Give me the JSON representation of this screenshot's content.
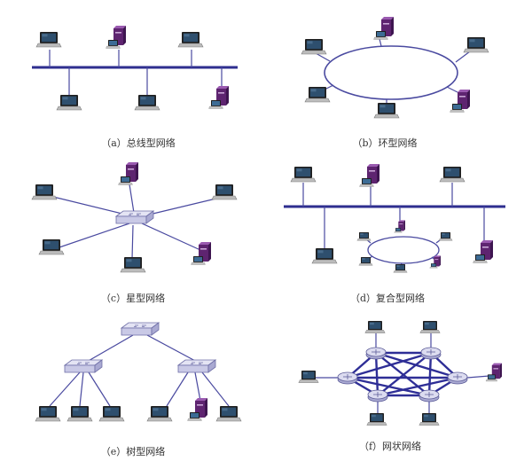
{
  "captions": {
    "bus": "（a）总线型网络",
    "ring": "（b）环型网络",
    "star": "（c）星型网络",
    "hybrid": "（d）复合型网络",
    "tree": "（e）树型网络",
    "mesh": "（f）网状网络"
  },
  "colors": {
    "cable": "#2e2e8f",
    "server": "#6a2a7e",
    "switch": "#c9c9e6",
    "laptop_screen": "#2e4f6e"
  },
  "icons": [
    "laptop-icon",
    "server-icon",
    "switch-icon",
    "router-icon"
  ]
}
